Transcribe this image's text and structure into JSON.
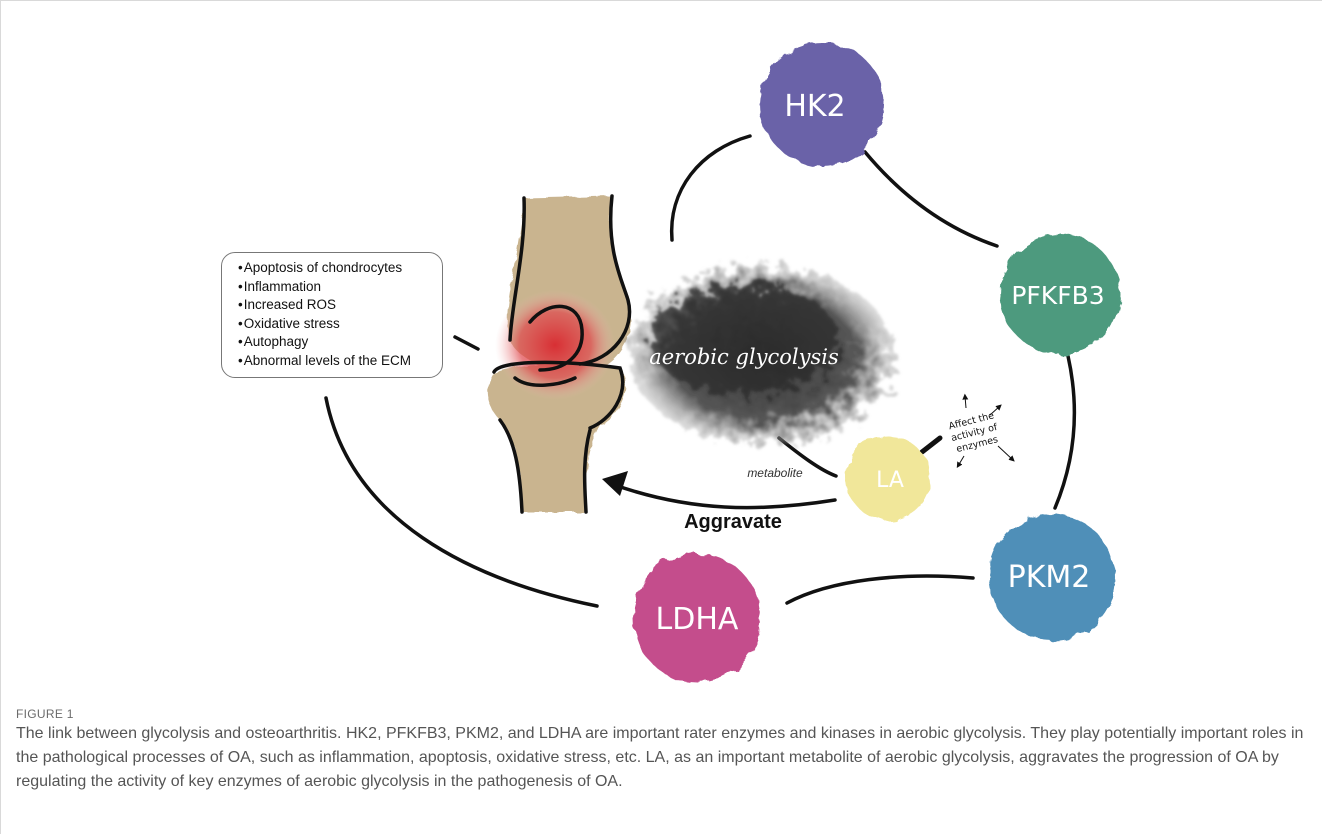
{
  "diagram": {
    "enzymes": [
      {
        "label": "HK2",
        "color": "#6a62a8"
      },
      {
        "label": "PFKFB3",
        "color": "#4e9a7e"
      },
      {
        "label": "PKM2",
        "color": "#4f8fb8"
      },
      {
        "label": "LDHA",
        "color": "#c44e8c"
      }
    ],
    "lactate": {
      "label": "LA",
      "color": "#f1e79a"
    },
    "glycolysis_label": "aerobic glycolysis",
    "metabolite_label": "metabolite",
    "aggravate_label": "Aggravate",
    "affect_label": [
      "Affect the",
      "activity of",
      "enzymes"
    ],
    "effects": [
      "Apoptosis of chondrocytes",
      "Inflammation",
      "Increased ROS",
      "Oxidative stress",
      "Autophagy",
      "Abnormal levels of the ECM"
    ],
    "colors": {
      "bone": "#c9b48f",
      "inflammation": "#d9282f",
      "cloud": "#3a3a3a"
    }
  },
  "caption": {
    "label": "FIGURE 1",
    "text": "The link between glycolysis and osteoarthritis. HK2, PFKFB3, PKM2, and LDHA are important rater enzymes and kinases in aerobic glycolysis. They play potentially important roles in the pathological processes of OA, such as inflammation, apoptosis, oxidative stress, etc. LA, as an important metabolite of aerobic glycolysis, aggravates the progression of OA by regulating the activity of key enzymes of aerobic glycolysis in the pathogenesis of OA."
  }
}
